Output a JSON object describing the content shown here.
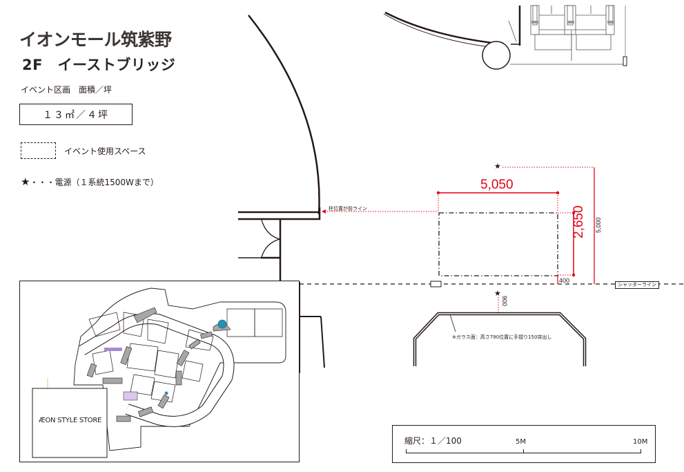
{
  "header": {
    "title": "イオンモール筑紫野",
    "subtitle": "2F　イーストブリッジ"
  },
  "area": {
    "label": "イベント区画　面積／坪",
    "value": "１３㎡／４坪"
  },
  "legend": {
    "event_space_label": "イベント使用スペース",
    "power_symbol": "★",
    "power_label": "・・・電源（１系統1500Wまで）"
  },
  "plan": {
    "dimensions": {
      "width": "5,050",
      "depth": "2,650",
      "power_offset": "5,000",
      "gap": "400",
      "power_front": "900"
    },
    "notes": {
      "pillar_line": "柱位置が前ライン",
      "glass_note": "※ガラス面：高さ790位置に手摺り150突出し",
      "shutter_line": "シャッターライン"
    },
    "colors": {
      "dimension_red": "#e50012",
      "line_dark": "#231815",
      "marker_blue": "#2a8fb5",
      "highlight_purple": "#a78bd1"
    }
  },
  "inset_map": {
    "anchor_store": "ÆON STYLE STORE"
  },
  "scale": {
    "label": "縮尺：１／100",
    "mid": "5M",
    "end": "10M"
  }
}
